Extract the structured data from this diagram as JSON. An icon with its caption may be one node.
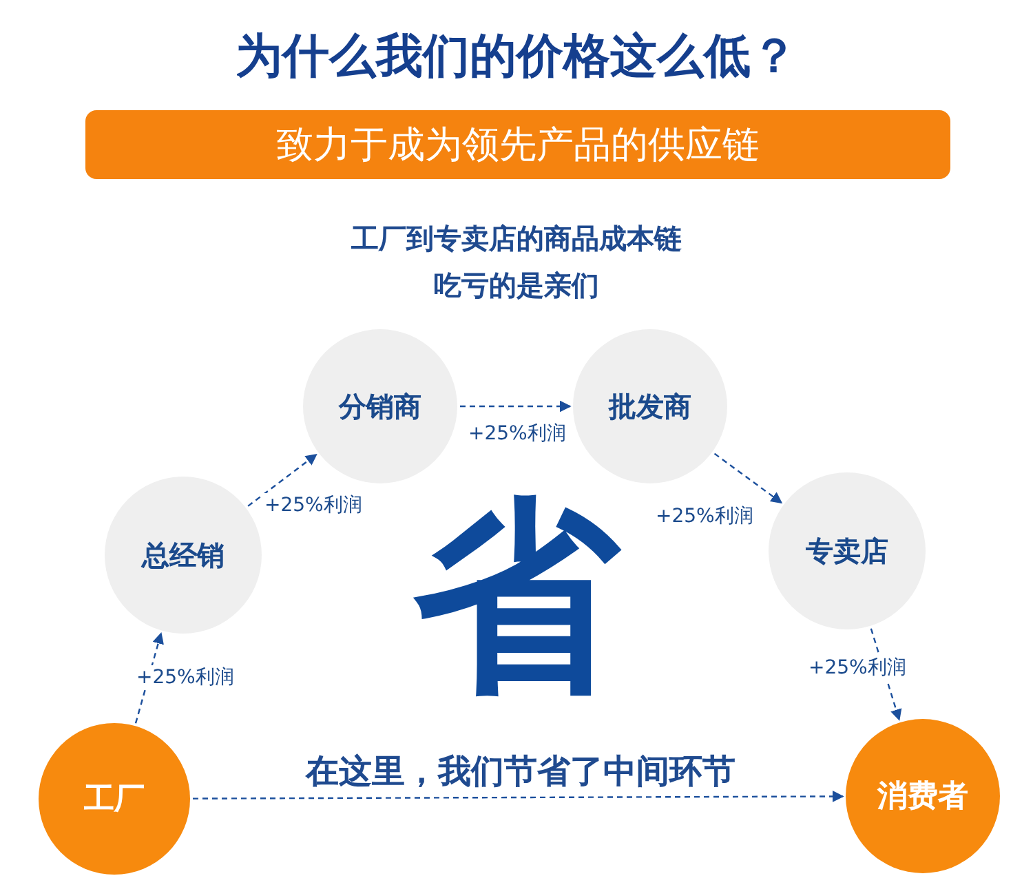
{
  "diagram": {
    "title": "为什么我们的价格这么低？",
    "nodes": [
      {
        "text": [
          "致力于成为领先产品的供应链"
        ]
      },
      {
        "text": [
          "工厂"
        ]
      },
      {
        "text": [
          "总经销"
        ]
      },
      {
        "text": [
          "分销商"
        ]
      },
      {
        "text": [
          "批发商"
        ]
      },
      {
        "text": [
          "专卖店"
        ]
      },
      {
        "text": [
          "消费者"
        ]
      }
    ],
    "edges": [
      {
        "from": 1,
        "to": 2,
        "arrow": "to",
        "label": "+25%利润",
        "style": "dashed"
      },
      {
        "from": 2,
        "to": 3,
        "arrow": "to",
        "label": "+25%利润",
        "style": "dashed"
      },
      {
        "from": 3,
        "to": 4,
        "arrow": "to",
        "label": "+25%利润",
        "style": "dashed"
      },
      {
        "from": 4,
        "to": 5,
        "arrow": "to",
        "label": "+25%利润",
        "style": "dashed"
      },
      {
        "from": 5,
        "to": 6,
        "arrow": "to",
        "label": "+25%利润",
        "style": "dashed"
      },
      {
        "from": 1,
        "to": 6,
        "arrow": "to",
        "label": "在这里，我们节省了中间环节",
        "style": "dashed"
      }
    ],
    "labels": [
      "工厂到专卖店的商品成本链",
      "吃亏的是亲们",
      "省"
    ]
  }
}
